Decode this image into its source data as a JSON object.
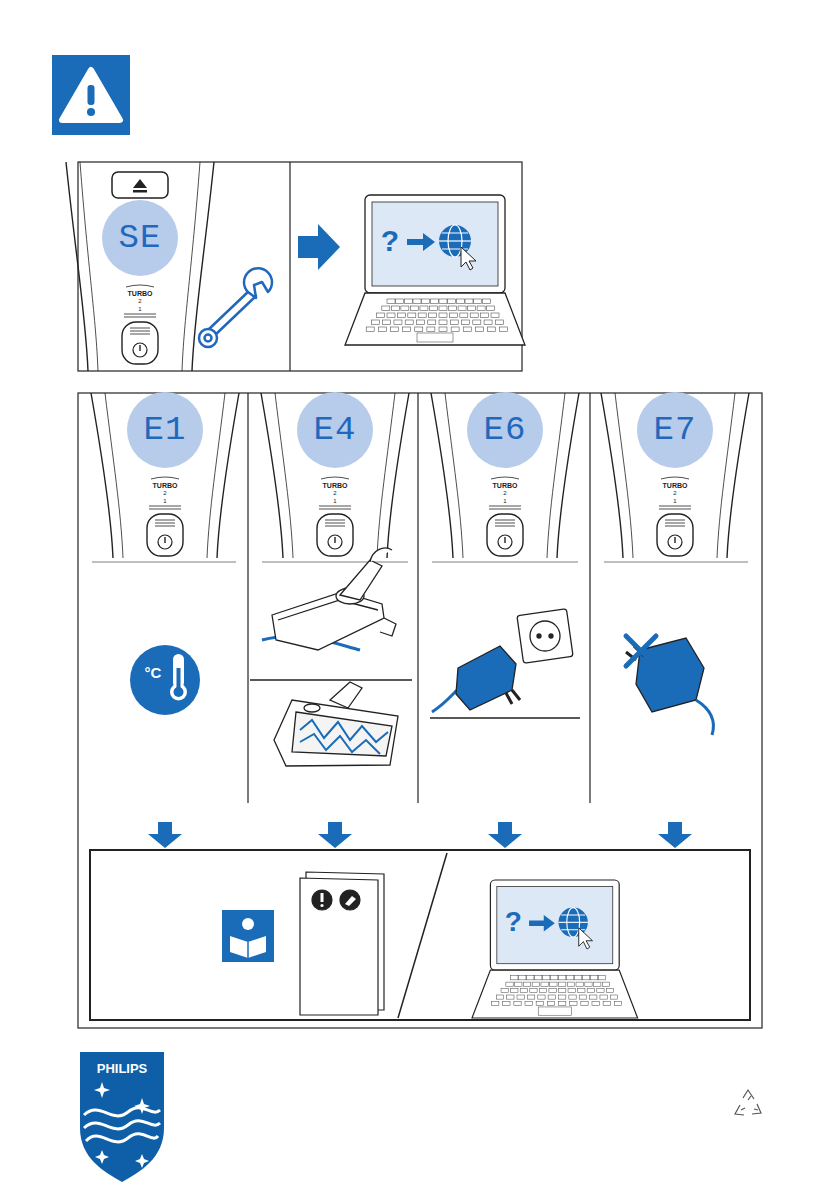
{
  "diagram": {
    "nodes": [
      {
        "text": [
          "SE"
        ]
      },
      {
        "text": [
          "E1"
        ]
      },
      {
        "text": [
          "E4"
        ]
      },
      {
        "text": [
          "E6"
        ]
      },
      {
        "text": [
          "E7"
        ]
      }
    ],
    "labels": [
      "TURBO",
      "2",
      "1",
      "TURBO",
      "2",
      "1",
      "TURBO",
      "2",
      "1",
      "TURBO",
      "2",
      "1",
      "TURBO",
      "2",
      "1",
      "°C",
      "PHILIPS",
      "?",
      "?"
    ]
  }
}
